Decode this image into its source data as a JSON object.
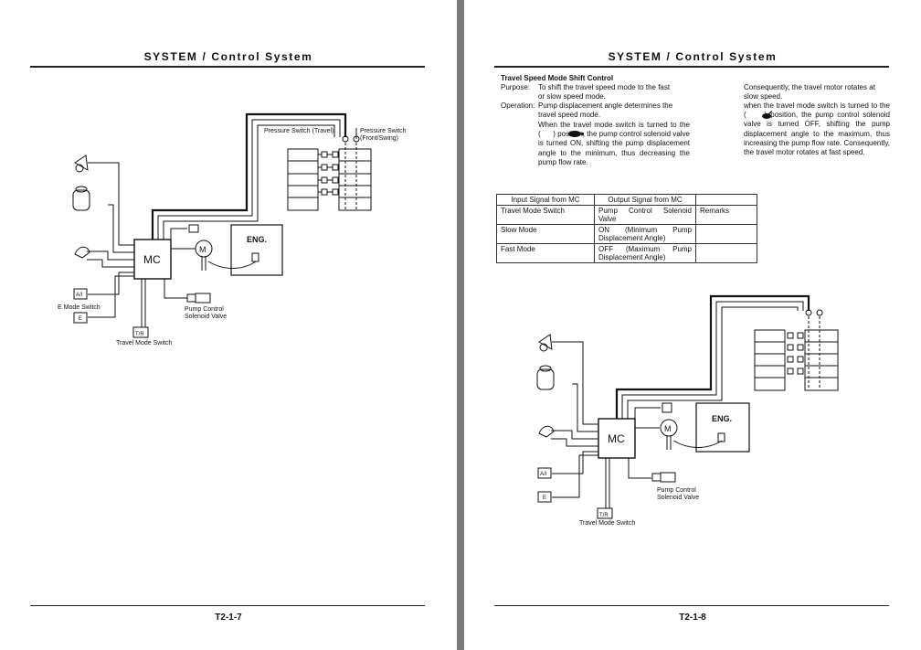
{
  "left": {
    "header": "SYSTEM / Control System",
    "page_number": "T2-1-7",
    "diagram": {
      "pressure_switch_travel": "Pressure Switch (Travel)",
      "pressure_switch_front_swing": [
        "Pressure Switch",
        "(Front/Swing)"
      ],
      "mc": "MC",
      "motor": "M",
      "engine": "ENG.",
      "am_switch": "A/I",
      "e_switch": "E",
      "e_mode_switch": "E Mode Switch",
      "tr_switch": "T/R",
      "travel_mode_switch": "Travel Mode Switch",
      "pump_control_solenoid_valve": [
        "Pump Control",
        "Solenoid Valve"
      ]
    }
  },
  "right": {
    "header": "SYSTEM / Control System",
    "page_number": "T2-1-8",
    "section_title": "Travel Speed Mode Shift Control",
    "purpose_label": "Purpose:",
    "purpose_lines": [
      "To shift the travel speed mode to the fast",
      "or slow speed mode."
    ],
    "operation_label": "Operation:",
    "operation_lines": [
      "Pump displacement angle determines the",
      "travel speed mode."
    ],
    "op_slow_text": "When the travel mode switch is turned to the (      ) position, the pump control solenoid valve is turned ON, shifting the pump displacement angle to the minimum, thus decreasing the pump flow rate.",
    "col2_lines": [
      "Consequently, the travel motor rotates at",
      "slow speed."
    ],
    "op_fast_text": "when the travel mode switch is turned to the (     ) position, the pump control solenoid valve is turned OFF, shifting the pump displacement angle to the maximum, thus increasing the pump flow rate. Consequently, the travel motor rotates at fast speed.",
    "table": {
      "headers": [
        "Input Signal from MC",
        "Output Signal from MC",
        ""
      ],
      "rows": [
        [
          "Travel Mode Switch",
          "Pump Control Solenoid Valve",
          "Remarks"
        ],
        [
          "Slow Mode",
          "ON (Minimum Pump Displacement Angle)",
          ""
        ],
        [
          "Fast Mode",
          "OFF (Maximum Pump Displacement Angle)",
          ""
        ]
      ]
    },
    "diagram": {
      "mc": "MC",
      "motor": "M",
      "engine": "ENG.",
      "am_switch": "A/I",
      "e_switch": "E",
      "tr_switch": "T/R",
      "travel_mode_switch": "Travel Mode Switch",
      "pump_control_solenoid_valve": [
        "Pump Control",
        "Solenoid Valve"
      ]
    }
  }
}
